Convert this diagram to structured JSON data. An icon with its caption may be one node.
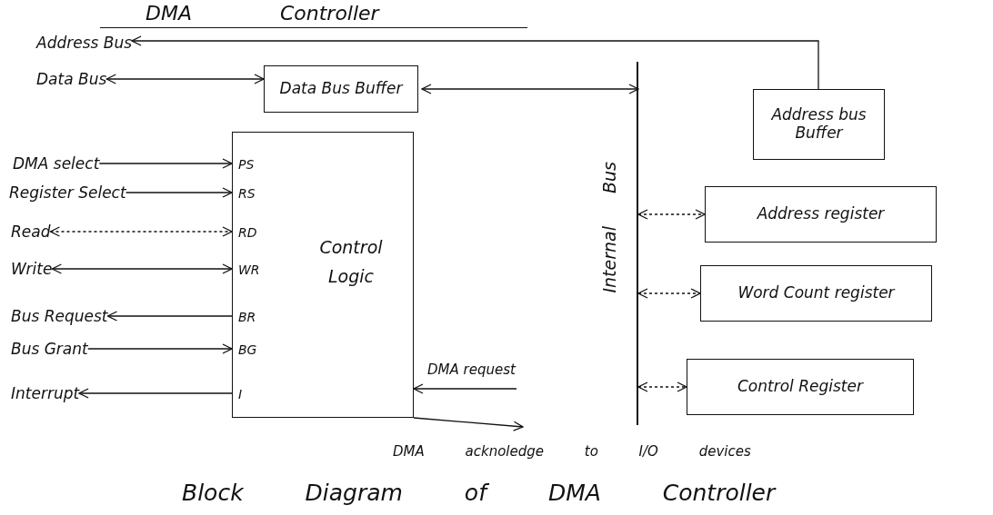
{
  "diagram": {
    "title": "DMA Controller",
    "caption": "Block Diagram of DMA Controller",
    "nodes": [
      {
        "text": [
          "Address Bus"
        ]
      },
      {
        "text": [
          "Data Bus"
        ]
      },
      {
        "text": [
          "Data Bus Buffer"
        ]
      },
      {
        "text": [
          "DMA select"
        ]
      },
      {
        "text": [
          "Register Select"
        ]
      },
      {
        "text": [
          "Read"
        ]
      },
      {
        "text": [
          "Write"
        ]
      },
      {
        "text": [
          "Bus Request"
        ]
      },
      {
        "text": [
          "Bus Grant"
        ]
      },
      {
        "text": [
          "Interrupt"
        ]
      },
      {
        "text": [
          "Control Logic",
          "PS",
          "RS",
          "RD",
          "WR",
          "BR",
          "BG",
          "I"
        ]
      },
      {
        "text": [
          "Internal Bus"
        ]
      },
      {
        "text": [
          "Address bus Buffer"
        ]
      },
      {
        "text": [
          "Address register"
        ]
      },
      {
        "text": [
          "Word Count register"
        ]
      },
      {
        "text": [
          "Control Register"
        ]
      }
    ],
    "edges": [
      {
        "from": 12,
        "to": 0,
        "arrow": "to"
      },
      {
        "from": 1,
        "to": 2,
        "arrow": "both"
      },
      {
        "from": 2,
        "to": 11,
        "arrow": "both"
      },
      {
        "from": 3,
        "to": 10,
        "arrow": "to"
      },
      {
        "from": 4,
        "to": 10,
        "arrow": "to"
      },
      {
        "from": 5,
        "to": 10,
        "arrow": "both",
        "style": "dashed"
      },
      {
        "from": 6,
        "to": 10,
        "arrow": "both"
      },
      {
        "from": 10,
        "to": 7,
        "arrow": "to"
      },
      {
        "from": 8,
        "to": 10,
        "arrow": "to"
      },
      {
        "from": 10,
        "to": 9,
        "arrow": "to"
      },
      {
        "from": 11,
        "to": 13,
        "arrow": "both",
        "style": "dashed"
      },
      {
        "from": 11,
        "to": 14,
        "arrow": "both",
        "style": "dashed"
      },
      {
        "from": 11,
        "to": 15,
        "arrow": "both",
        "style": "dashed"
      },
      {
        "from": null,
        "to": 10,
        "arrow": "to",
        "label": "DMA request"
      },
      {
        "from": 10,
        "to": null,
        "arrow": "to",
        "label": "DMA acknoledge to I/O devices"
      }
    ]
  }
}
